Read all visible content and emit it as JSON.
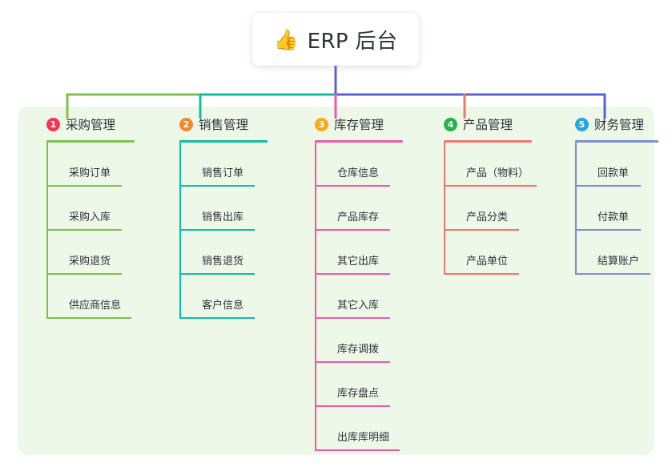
{
  "root": {
    "icon": "thumbs-up-icon",
    "emoji": "👍",
    "title": "ERP 后台"
  },
  "panel": {
    "background": "#eef8e9"
  },
  "connectors": {
    "trunk_color": "#5b62d6",
    "bus_left_color": "#7dc24b",
    "bus_mid_color": "#0fbfa4",
    "bus_right_color": "#5b62d6",
    "drops": [
      "#7dc24b",
      "#0fbfa4",
      "#e8529b",
      "#f2756d",
      "#5b62d6"
    ]
  },
  "columns": [
    {
      "number": "1",
      "label": "采购管理",
      "badge_color": "#f2365a",
      "accent": "#7dc24b",
      "items": [
        {
          "label": "采购订单",
          "rule_width": 92
        },
        {
          "label": "采购入库",
          "rule_width": 92
        },
        {
          "label": "采购退货",
          "rule_width": 92
        },
        {
          "label": "供应商信息",
          "rule_width": 104
        }
      ]
    },
    {
      "number": "2",
      "label": "销售管理",
      "badge_color": "#f28730",
      "accent": "#0fbfa4",
      "items": [
        {
          "label": "销售订单",
          "rule_width": 92
        },
        {
          "label": "销售出库",
          "rule_width": 92
        },
        {
          "label": "销售退货",
          "rule_width": 92
        },
        {
          "label": "客户信息",
          "rule_width": 92
        }
      ]
    },
    {
      "number": "3",
      "label": "库存管理",
      "badge_color": "#f5ab1d",
      "accent": "#ef5ba1",
      "items": [
        {
          "label": "仓库信息",
          "rule_width": 92
        },
        {
          "label": "产品库存",
          "rule_width": 92
        },
        {
          "label": "其它出库",
          "rule_width": 92
        },
        {
          "label": "其它入库",
          "rule_width": 92
        },
        {
          "label": "库存调拨",
          "rule_width": 92
        },
        {
          "label": "库存盘点",
          "rule_width": 92
        },
        {
          "label": "出库库明细",
          "rule_width": 104
        }
      ]
    },
    {
      "number": "4",
      "label": "产品管理",
      "badge_color": "#27b14a",
      "accent": "#f2756d",
      "items": [
        {
          "label": "产品（物料）",
          "rule_width": 114
        },
        {
          "label": "产品分类",
          "rule_width": 92
        },
        {
          "label": "产品单位",
          "rule_width": 92
        }
      ]
    },
    {
      "number": "5",
      "label": "财务管理",
      "badge_color": "#28a6e0",
      "accent": "#7b8fd4",
      "items": [
        {
          "label": "回款单",
          "rule_width": 80
        },
        {
          "label": "付款单",
          "rule_width": 80
        },
        {
          "label": "结算账户",
          "rule_width": 92
        }
      ]
    }
  ]
}
